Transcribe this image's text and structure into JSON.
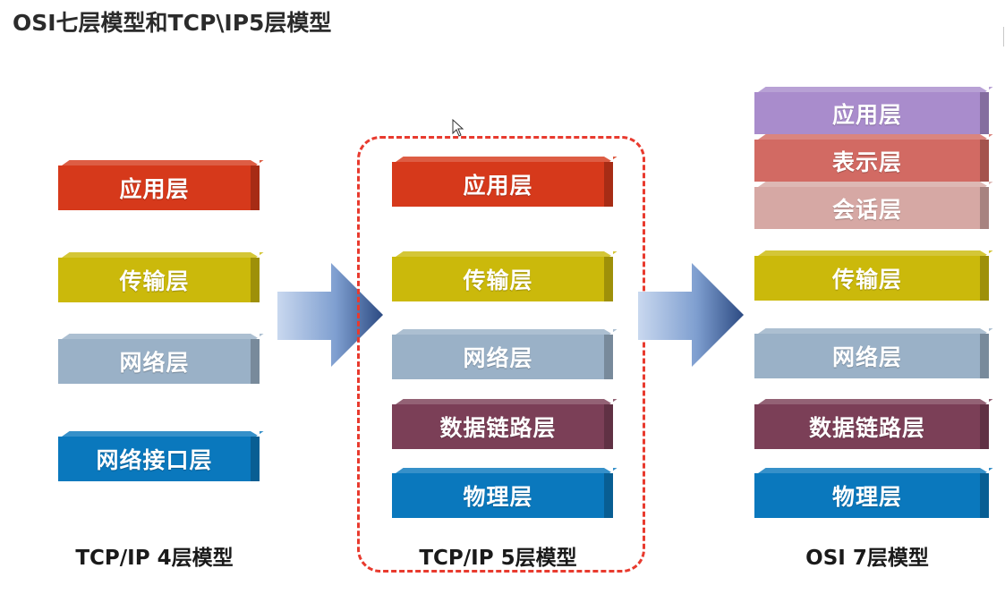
{
  "title": "OSI七层模型和TCP\\IP5层模型",
  "colors": {
    "application": "#d6391b",
    "transport": "#cbb90b",
    "network": "#9ab1c7",
    "netif": "#0a78bd",
    "datalink": "#7b3f57",
    "physical": "#0a78bd",
    "presentation": "#d26a63",
    "session": "#d6a8a4",
    "osi_app": "#a98ccc",
    "dashed": "#e83a2e"
  },
  "models": {
    "tcpip4": {
      "label": "TCP/IP 4层模型",
      "layers": [
        "应用层",
        "传输层",
        "网络层",
        "网络接口层"
      ]
    },
    "tcpip5": {
      "label": "TCP/IP 5层模型",
      "layers": [
        "应用层",
        "传输层",
        "网络层",
        "数据链路层",
        "物理层"
      ]
    },
    "osi7": {
      "label": "OSI 7层模型",
      "layers": [
        "应用层",
        "表示层",
        "会话层",
        "传输层",
        "网络层",
        "数据链路层",
        "物理层"
      ]
    }
  },
  "icons": {
    "arrow1": "right-arrow-icon",
    "arrow2": "right-arrow-icon",
    "cursor": "mouse-cursor-icon"
  }
}
